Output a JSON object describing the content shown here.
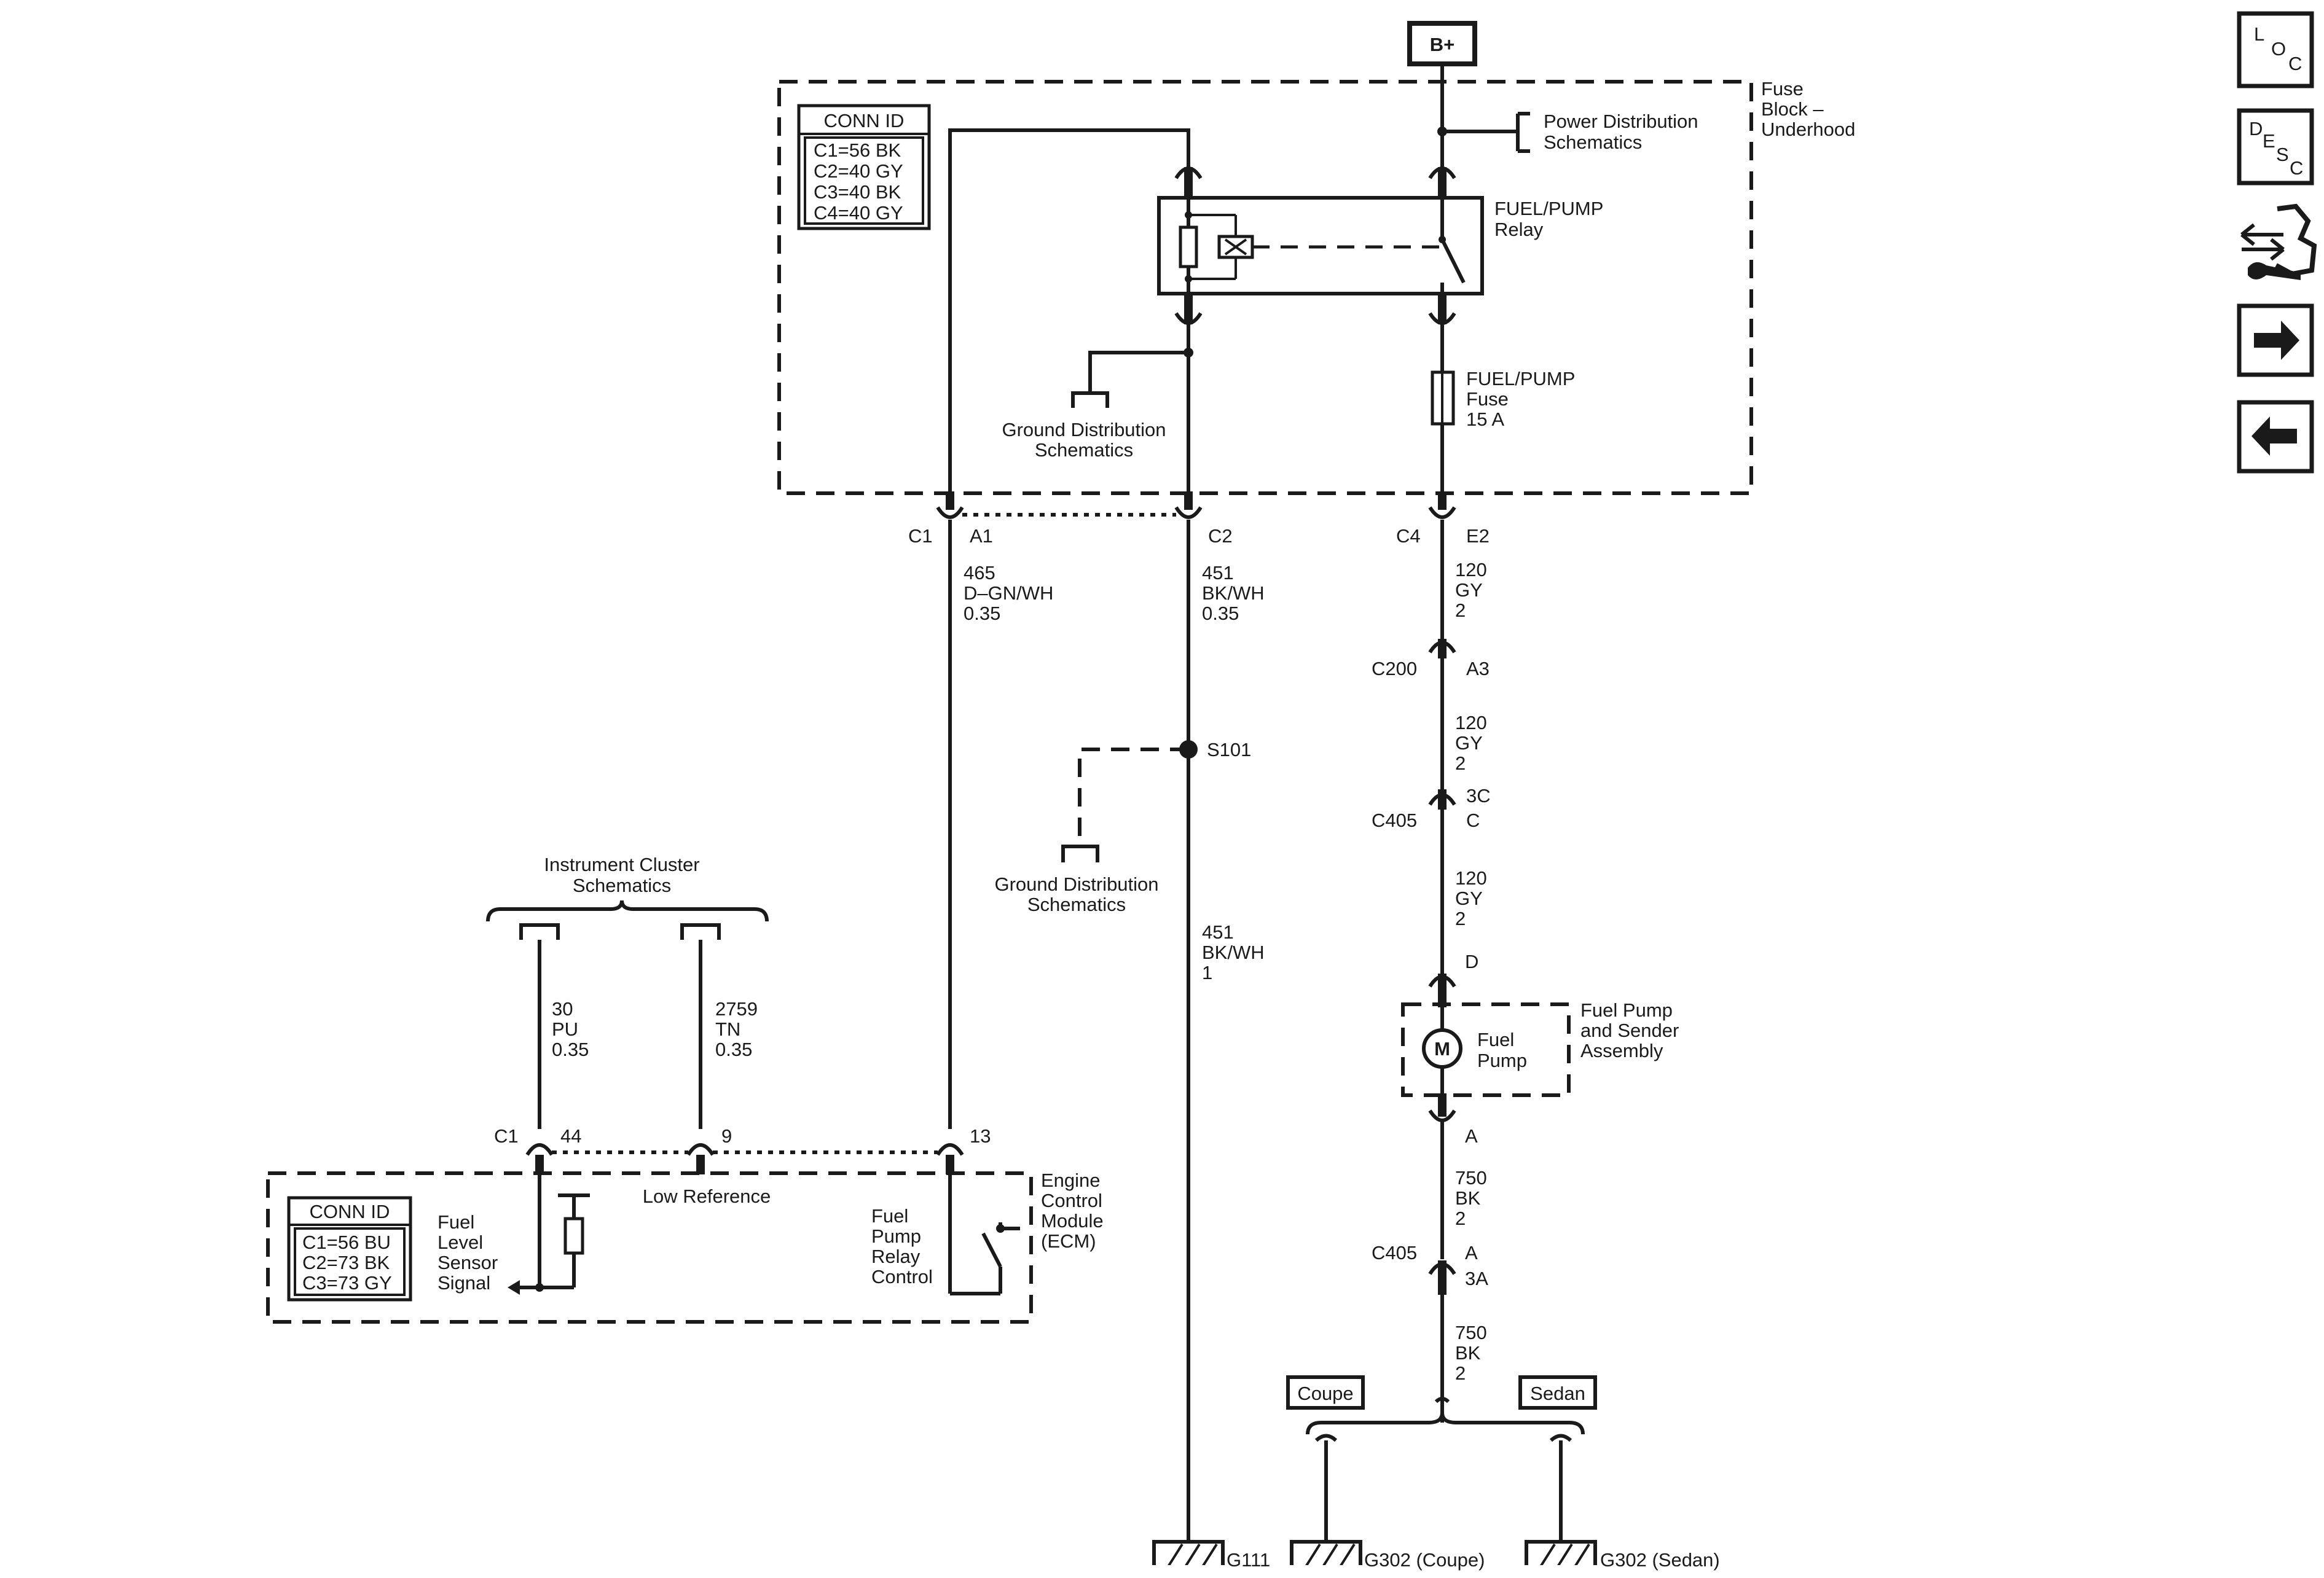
{
  "power": {
    "bplus": "B+"
  },
  "fuse_block": {
    "title_l1": "Fuse",
    "title_l2": "Block –",
    "title_l3": "Underhood",
    "conn_id_title": "CONN ID",
    "conn_ids": [
      "C1=56 BK",
      "C2=40 GY",
      "C3=40 BK",
      "C4=40 GY"
    ],
    "power_dist_l1": "Power Distribution",
    "power_dist_l2": "Schematics",
    "relay_l1": "FUEL/PUMP",
    "relay_l2": "Relay",
    "fuse_l1": "FUEL/PUMP",
    "fuse_l2": "Fuse",
    "fuse_l3": "15 A",
    "ground_dist_l1": "Ground Distribution",
    "ground_dist_l2": "Schematics"
  },
  "connectors": {
    "c1": "C1",
    "a1": "A1",
    "c2": "C2",
    "c4": "C4",
    "e2": "E2",
    "c200": "C200",
    "a3": "A3",
    "c405a": "C405",
    "p3c": "3C",
    "pc": "C",
    "pd": "D",
    "pa": "A",
    "c405b": "C405",
    "pa2": "A",
    "p3a": "3A",
    "ecm_c1": "C1",
    "p44": "44",
    "p9": "9",
    "p13": "13"
  },
  "wires": {
    "w465": [
      "465",
      "D–GN/WH",
      "0.35"
    ],
    "w451a": [
      "451",
      "BK/WH",
      "0.35"
    ],
    "w120a": [
      "120",
      "GY",
      "2"
    ],
    "w120b": [
      "120",
      "GY",
      "2"
    ],
    "w120c": [
      "120",
      "GY",
      "2"
    ],
    "w451b": [
      "451",
      "BK/WH",
      "1"
    ],
    "w750a": [
      "750",
      "BK",
      "2"
    ],
    "w750b": [
      "750",
      "BK",
      "2"
    ],
    "w30": [
      "30",
      "PU",
      "0.35"
    ],
    "w2759": [
      "2759",
      "TN",
      "0.35"
    ]
  },
  "splice": {
    "s101": "S101"
  },
  "ground_dist2": {
    "l1": "Ground Distribution",
    "l2": "Schematics"
  },
  "instrument_cluster": {
    "l1": "Instrument Cluster",
    "l2": "Schematics"
  },
  "fuel_pump": {
    "motor": "M",
    "l1": "Fuel",
    "l2": "Pump",
    "asm_l1": "Fuel Pump",
    "asm_l2": "and Sender",
    "asm_l3": "Assembly"
  },
  "ecm": {
    "title_l1": "Engine",
    "title_l2": "Control",
    "title_l3": "Module",
    "title_l4": "(ECM)",
    "conn_id_title": "CONN ID",
    "conn_ids": [
      "C1=56 BU",
      "C2=73 BK",
      "C3=73 GY"
    ],
    "low_ref": "Low Reference",
    "fls_l1": "Fuel",
    "fls_l2": "Level",
    "fls_l3": "Sensor",
    "fls_l4": "Signal",
    "fprc_l1": "Fuel",
    "fprc_l2": "Pump",
    "fprc_l3": "Relay",
    "fprc_l4": "Control"
  },
  "options": {
    "coupe": "Coupe",
    "sedan": "Sedan"
  },
  "grounds": {
    "g111": "G111",
    "g302c": "G302 (Coupe)",
    "g302s": "G302 (Sedan)"
  },
  "nav": {
    "loc_1": "L",
    "loc_2": "O",
    "loc_3": "C",
    "desc_1": "D",
    "desc_2": "E",
    "desc_3": "S",
    "desc_4": "C"
  }
}
